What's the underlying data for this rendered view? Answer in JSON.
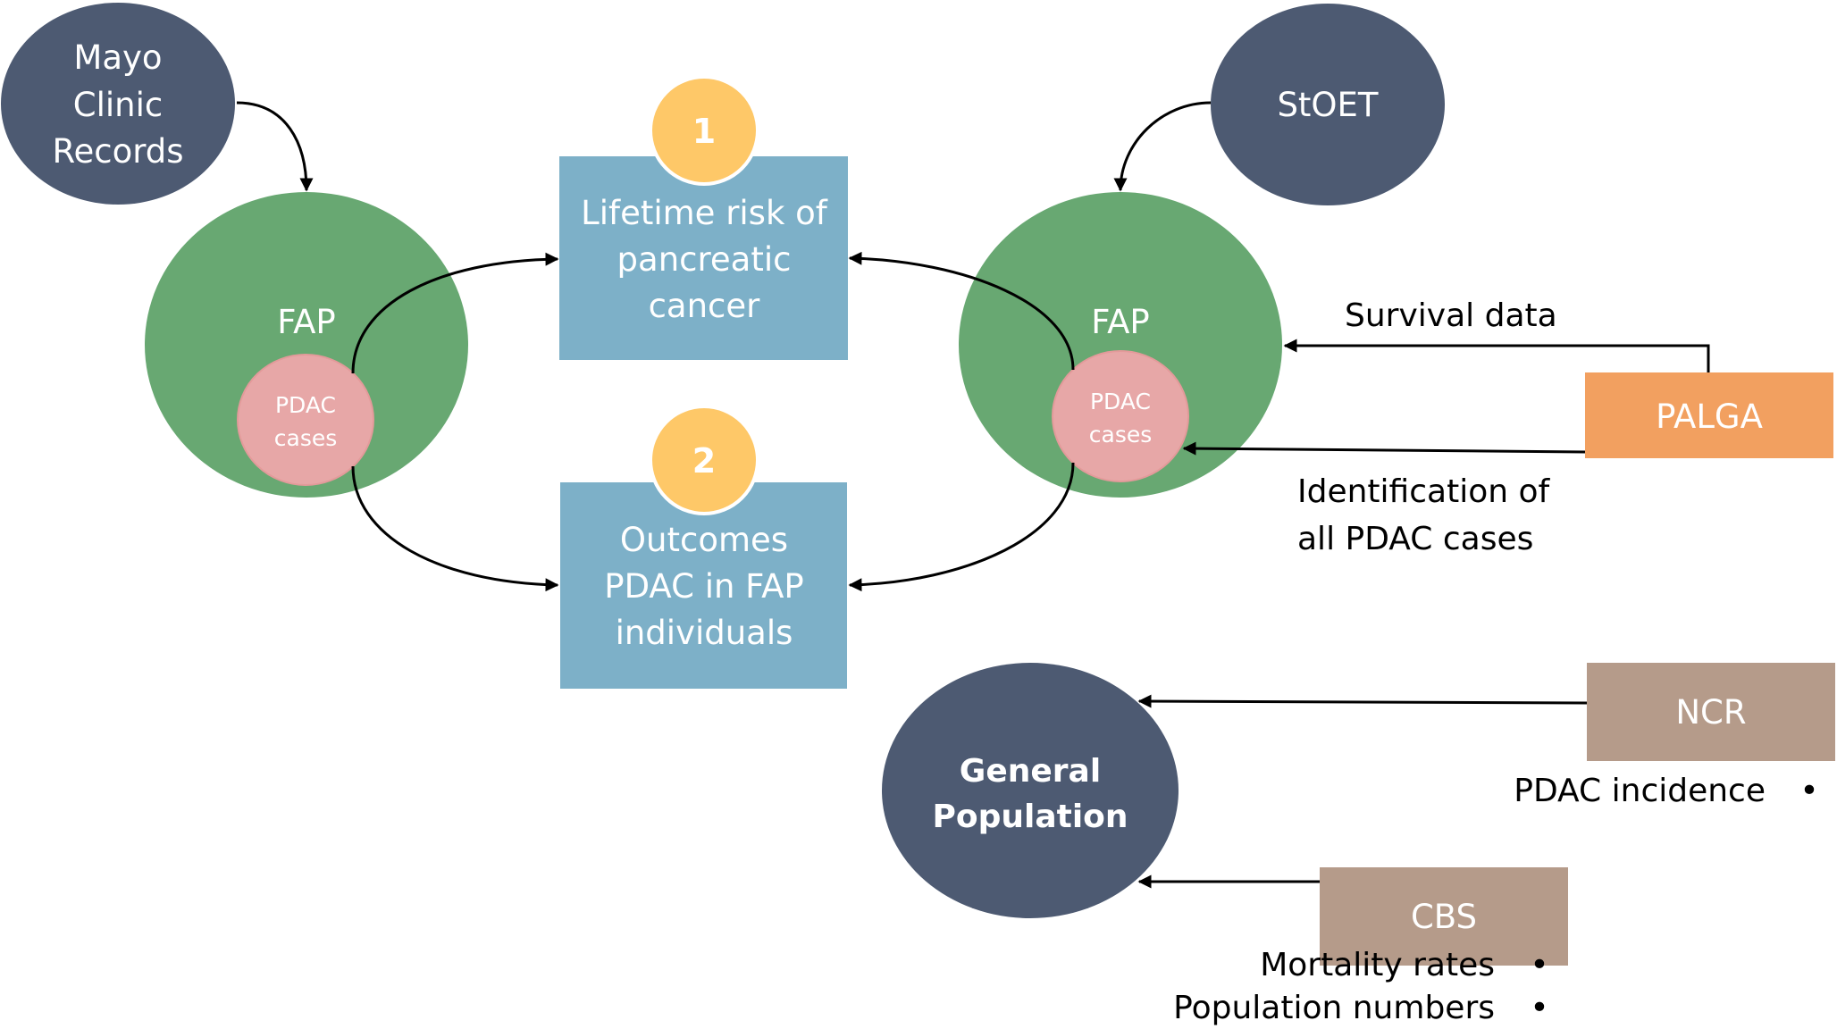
{
  "colors": {
    "source_navy": "#4D5A72",
    "fap_green": "#68A872",
    "pdac_pink": "#E7A7A7",
    "outcome_blue": "#7DB0C8",
    "badge_yellow": "#FEC868",
    "palga_orange": "#F2A060",
    "registry_brown": "#B59B8A"
  },
  "sources": {
    "mayo": [
      "Mayo",
      "Clinic",
      "Records"
    ],
    "stoet": "StOET",
    "general_population": [
      "General",
      "Population"
    ]
  },
  "cohorts": {
    "left": {
      "label": "FAP",
      "inner": [
        "PDAC",
        "cases"
      ]
    },
    "right": {
      "label": "FAP",
      "inner": [
        "PDAC",
        "cases"
      ]
    }
  },
  "outcomes": [
    {
      "badge": "1",
      "lines": [
        "Lifetime risk of",
        "pancreatic",
        "cancer"
      ]
    },
    {
      "badge": "2",
      "lines": [
        "Outcomes",
        "PDAC in FAP",
        "individuals"
      ]
    }
  ],
  "registries": {
    "palga": "PALGA",
    "ncr": "NCR",
    "cbs": "CBS"
  },
  "edge_labels": {
    "survival": "Survival data",
    "identification": [
      "Identification of",
      "all PDAC cases"
    ]
  },
  "bullets": {
    "ncr": [
      "PDAC incidence"
    ],
    "cbs": [
      "Mortality rates",
      "Population numbers"
    ],
    "symbol": "•"
  }
}
